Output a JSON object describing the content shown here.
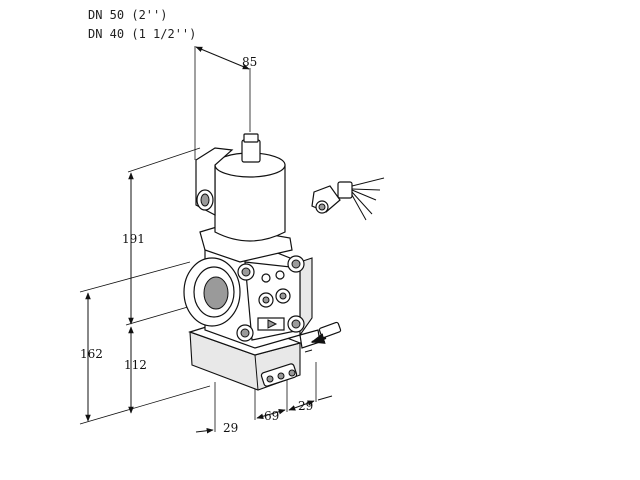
{
  "header": {
    "line1": "DN 50 (2'')",
    "line2": "DN 40 (1 1/2'')"
  },
  "dimensions": {
    "top_width": "85",
    "height_upper": "191",
    "height_total": "162",
    "height_lower": "112",
    "bottom_left": "29",
    "bottom_mid": "69",
    "bottom_right": "29"
  }
}
